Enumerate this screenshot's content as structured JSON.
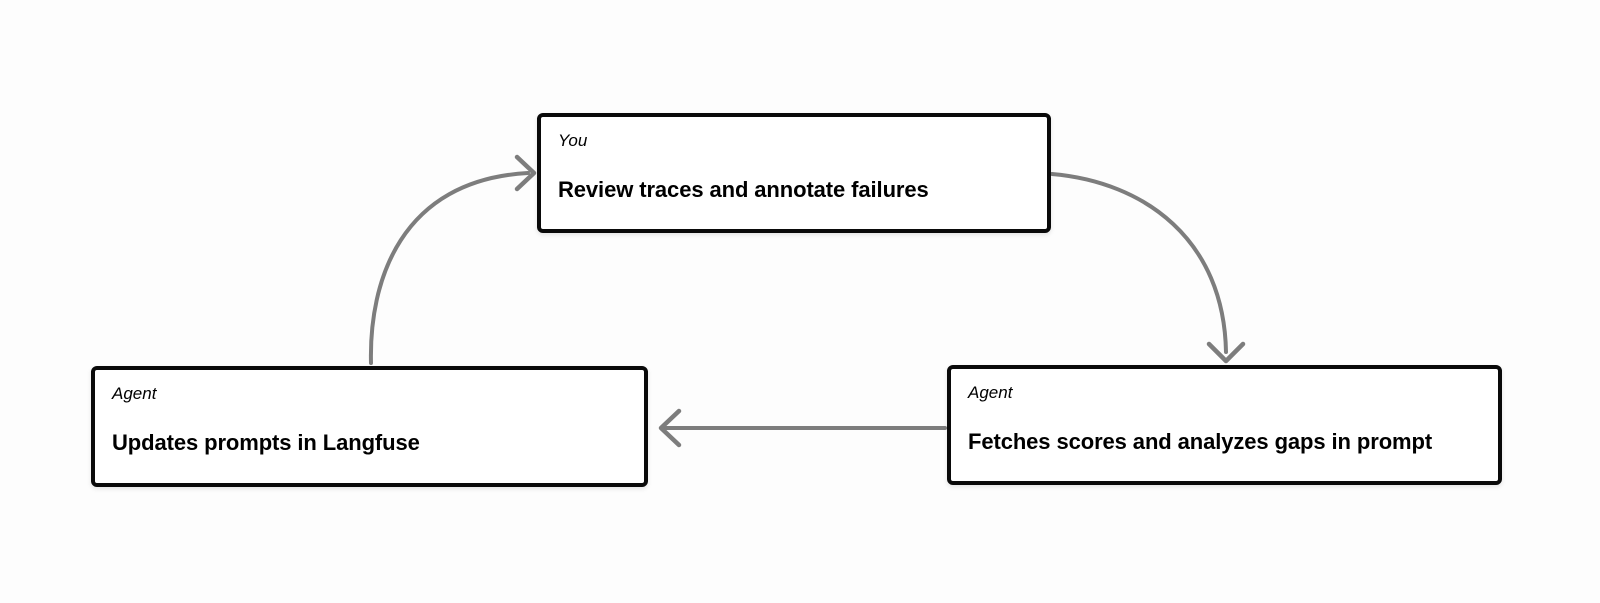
{
  "diagram": {
    "nodes": [
      {
        "role": "You",
        "title": "Review traces and annotate failures"
      },
      {
        "role": "Agent",
        "title": "Fetches scores and analyzes gaps in prompt"
      },
      {
        "role": "Agent",
        "title": "Updates prompts in Langfuse"
      }
    ],
    "edges": [
      {
        "from": "Review traces and annotate failures",
        "to": "Fetches scores and analyzes gaps in prompt"
      },
      {
        "from": "Fetches scores and analyzes gaps in prompt",
        "to": "Updates prompts in Langfuse"
      },
      {
        "from": "Updates prompts in Langfuse",
        "to": "Review traces and annotate failures"
      }
    ],
    "colors": {
      "arrow": "#7d7d7d",
      "border": "#0a0a0a",
      "background": "#fdfdfd",
      "text": "#000000"
    }
  }
}
